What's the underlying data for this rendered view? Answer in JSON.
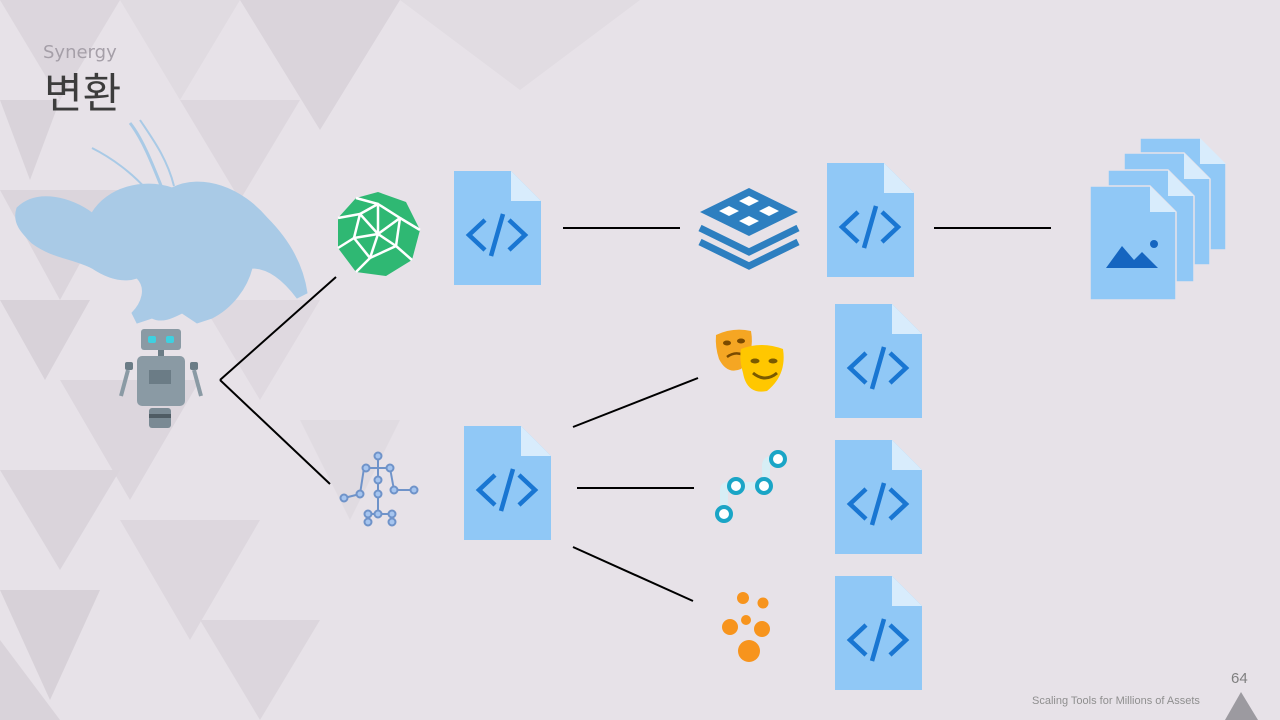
{
  "slide": {
    "subtitle": "Synergy",
    "title": "변환",
    "page_number": "64",
    "footer": "Scaling Tools for Millions of Assets"
  },
  "colors": {
    "background": "#e7e2e8",
    "doc_fill": "#90c8f6",
    "doc_code": "#1976d2",
    "connector": "#000000"
  },
  "icons": [
    "creature-silhouette",
    "robot-icon",
    "polyhedron-icon",
    "skeleton-graph-icon",
    "layers-icon",
    "theater-masks-icon",
    "pipeline-path-icon",
    "orange-dots-icon",
    "code-file-icon",
    "image-stack-icon"
  ]
}
